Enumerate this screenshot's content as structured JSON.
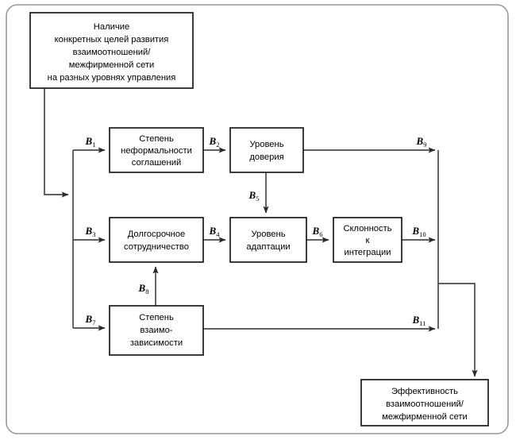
{
  "diagram": {
    "title_nodes": {
      "top": {
        "id": "goals",
        "lines": [
          "Наличие",
          "конкретных целей развития",
          "взаимоотношений/",
          "межфирменной сети",
          "на разных уровнях управления"
        ]
      },
      "informality": {
        "id": "informality",
        "lines": [
          "Степень",
          "неформальности",
          "соглашений"
        ]
      },
      "trust": {
        "id": "trust",
        "lines": [
          "Уровень",
          "доверия"
        ]
      },
      "longterm": {
        "id": "longterm",
        "lines": [
          "Долгосрочное",
          "сотрудничество"
        ]
      },
      "adaptation": {
        "id": "adaptation",
        "lines": [
          "Уровень",
          "адаптации"
        ]
      },
      "integration": {
        "id": "integration",
        "lines": [
          "Склонность",
          "к",
          "интеграции"
        ]
      },
      "interdependence": {
        "id": "interdependence",
        "lines": [
          "Степень",
          "взаимо-",
          "зависимости"
        ]
      },
      "effectiveness": {
        "id": "effectiveness",
        "lines": [
          "Эффективность",
          "взаимоотношений/",
          "межфирменной сети"
        ]
      }
    },
    "edge_labels": [
      {
        "key": "b1",
        "base": "B",
        "sub": "1"
      },
      {
        "key": "b2",
        "base": "B",
        "sub": "2"
      },
      {
        "key": "b3",
        "base": "B",
        "sub": "3"
      },
      {
        "key": "b4",
        "base": "B",
        "sub": "4"
      },
      {
        "key": "b5",
        "base": "B",
        "sub": "5"
      },
      {
        "key": "b6",
        "base": "B",
        "sub": "6"
      },
      {
        "key": "b7",
        "base": "B",
        "sub": "7"
      },
      {
        "key": "b8",
        "base": "B",
        "sub": "8"
      },
      {
        "key": "b9",
        "base": "B",
        "sub": "9"
      },
      {
        "key": "b10",
        "base": "B",
        "sub": "10"
      },
      {
        "key": "b11",
        "base": "B",
        "sub": "11"
      }
    ],
    "colors": {
      "box_stroke": "#1a1a1a",
      "connector": "#4a4a4a",
      "frame": "#9a9a9a",
      "background": "#ffffff",
      "text": "#000000"
    }
  }
}
